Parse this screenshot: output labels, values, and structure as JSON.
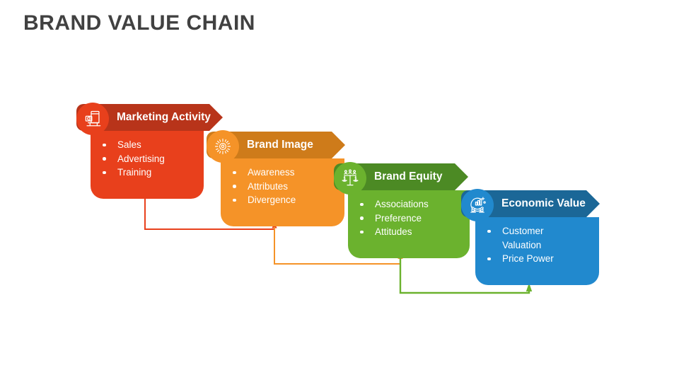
{
  "page": {
    "title": "BRAND VALUE CHAIN",
    "title_color": "#414141",
    "background": "#ffffff"
  },
  "cards": [
    {
      "id": "marketing-activity",
      "title": "Marketing Activity",
      "icon": "billboard-megaphone-icon",
      "items": [
        "Sales",
        "Advertising",
        "Training"
      ],
      "header_color": "#B8341A",
      "body_color": "#E8401C",
      "icon_circle_color": "#E8401C",
      "connector_color": "#E8401C"
    },
    {
      "id": "brand-image",
      "title": "Brand Image",
      "icon": "sun-brightness-icon",
      "items": [
        "Awareness",
        "Attributes",
        "Divergence"
      ],
      "header_color": "#CE7B1A",
      "body_color": "#F59328",
      "icon_circle_color": "#F59328",
      "connector_color": "#F59328"
    },
    {
      "id": "brand-equity",
      "title": "Brand Equity",
      "icon": "balance-scales-icon",
      "items": [
        "Associations",
        "Preference",
        "Attitudes"
      ],
      "header_color": "#4C8A24",
      "body_color": "#6BB22E",
      "icon_circle_color": "#6BB22E",
      "connector_color": "#6BB22E"
    },
    {
      "id": "economic-value",
      "title": "Economic Value",
      "icon": "growth-chart-hands-icon",
      "items": [
        "Customer Valuation",
        "Price Power"
      ],
      "header_color": "#1B6797",
      "body_color": "#2189CE",
      "icon_circle_color": "#2189CE",
      "connector_color": "#2189CE"
    }
  ]
}
